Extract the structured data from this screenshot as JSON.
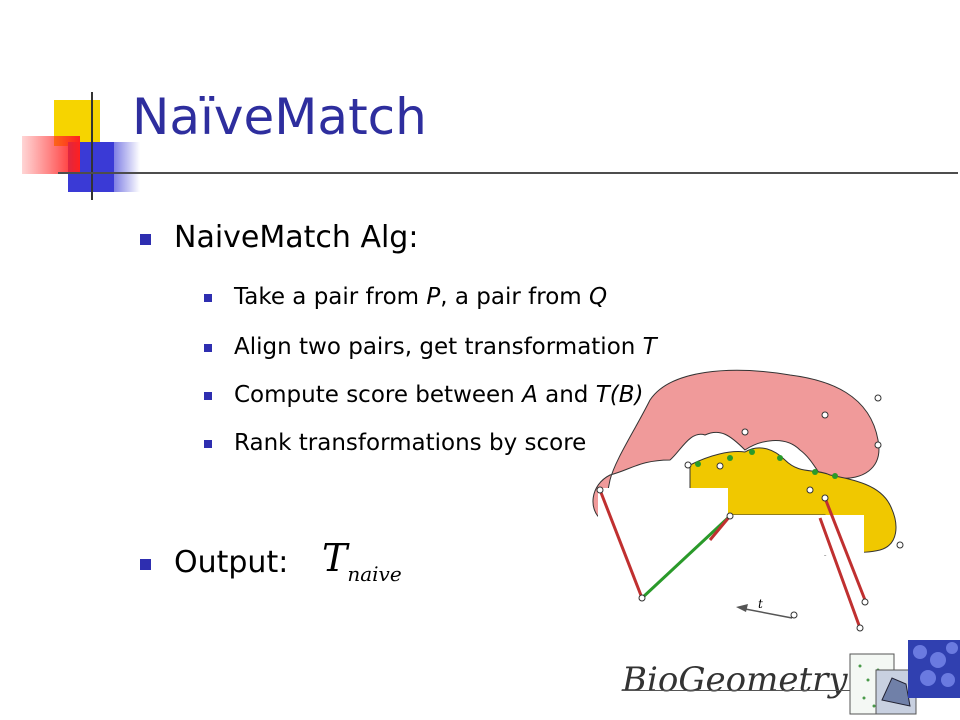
{
  "slide": {
    "title": "NaïveMatch",
    "bullet1": "NaiveMatch Alg:",
    "sub_items": [
      {
        "pre": "Take a pair from ",
        "v1": "P",
        "mid": ", a pair from ",
        "v2": "Q",
        "post": ""
      },
      {
        "pre": "Align two pairs, get transformation ",
        "v1": "T",
        "mid": "",
        "v2": "",
        "post": ""
      },
      {
        "pre": "Compute score between ",
        "v1": "A",
        "mid": " and ",
        "v2": "T(B)",
        "post": ""
      },
      {
        "pre": "Rank transformations by score",
        "v1": "",
        "mid": "",
        "v2": "",
        "post": ""
      }
    ],
    "bullet2": "Output:",
    "formula": {
      "symbol": "T",
      "subscript": "naive"
    },
    "figure_label": "t",
    "footer_logo": "BioGeometry"
  },
  "colors": {
    "title": "#2e2e9e",
    "bullet": "#2e2eb0",
    "shape_a": "#f09a9a",
    "shape_b": "#f0c800",
    "line_red": "#c03030",
    "line_green": "#2a9a2a"
  }
}
